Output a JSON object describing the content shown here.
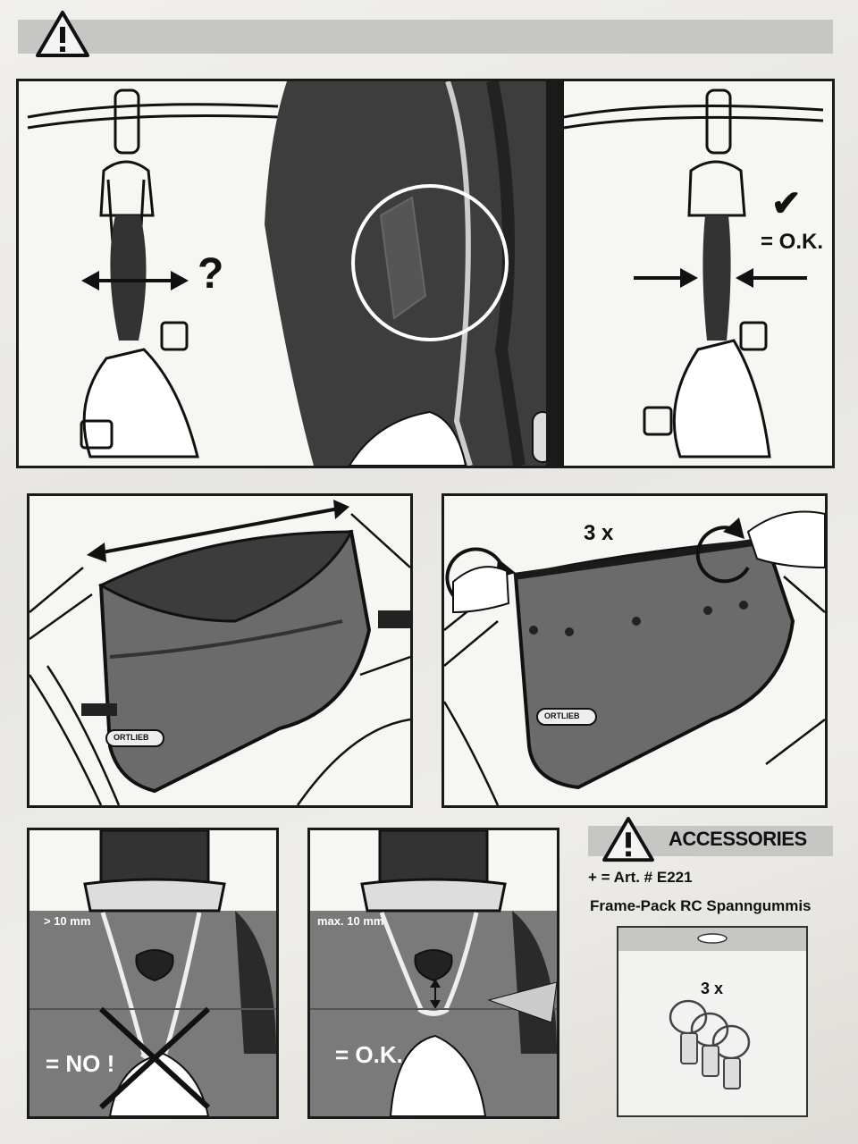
{
  "panel1": {
    "question_mark": "?",
    "ok_label": "= O.K.",
    "checkmark": "✔"
  },
  "panel3": {
    "count_label": "3 x",
    "brand": "ORTLIEB"
  },
  "panel2": {
    "brand": "ORTLIEB"
  },
  "panel4": {
    "measure_label": "> 10 mm",
    "verdict": "= NO !"
  },
  "panel5": {
    "measure_label": "max. 10 mm",
    "verdict": "= O.K."
  },
  "accessories": {
    "title": "ACCESSORIES",
    "art_line": "+ = Art. # E221",
    "product_line": "Frame-Pack RC Spanngummis",
    "pack_count": "3 x"
  },
  "icons": [
    "warning-triangle-icon",
    "double-arrow-icon",
    "rotate-arrow-icon",
    "checkmark-icon"
  ]
}
